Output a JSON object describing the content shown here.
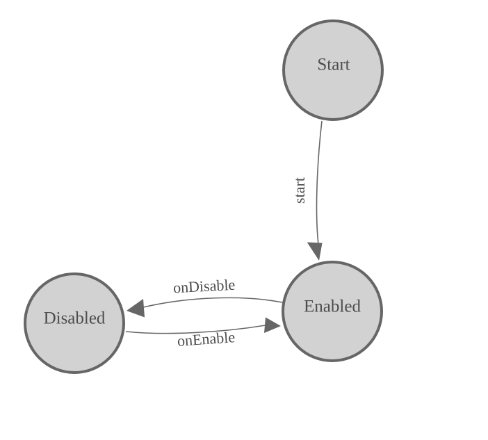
{
  "diagram": {
    "kind": "state-machine",
    "background_color": "#ffffff",
    "node_fill_color": "#d2d2d2",
    "node_stroke_color": "#666666",
    "edge_color": "#666666",
    "arrowhead_color": "#666666",
    "text_color": "#4d4d4d",
    "nodes": [
      {
        "id": "start",
        "label": "Start"
      },
      {
        "id": "enabled",
        "label": "Enabled"
      },
      {
        "id": "disabled",
        "label": "Disabled"
      }
    ],
    "edges": [
      {
        "from": "Start",
        "to": "Enabled",
        "label": "start"
      },
      {
        "from": "Enabled",
        "to": "Disabled",
        "label": "onDisable"
      },
      {
        "from": "Disabled",
        "to": "Enabled",
        "label": "onEnable"
      }
    ]
  }
}
